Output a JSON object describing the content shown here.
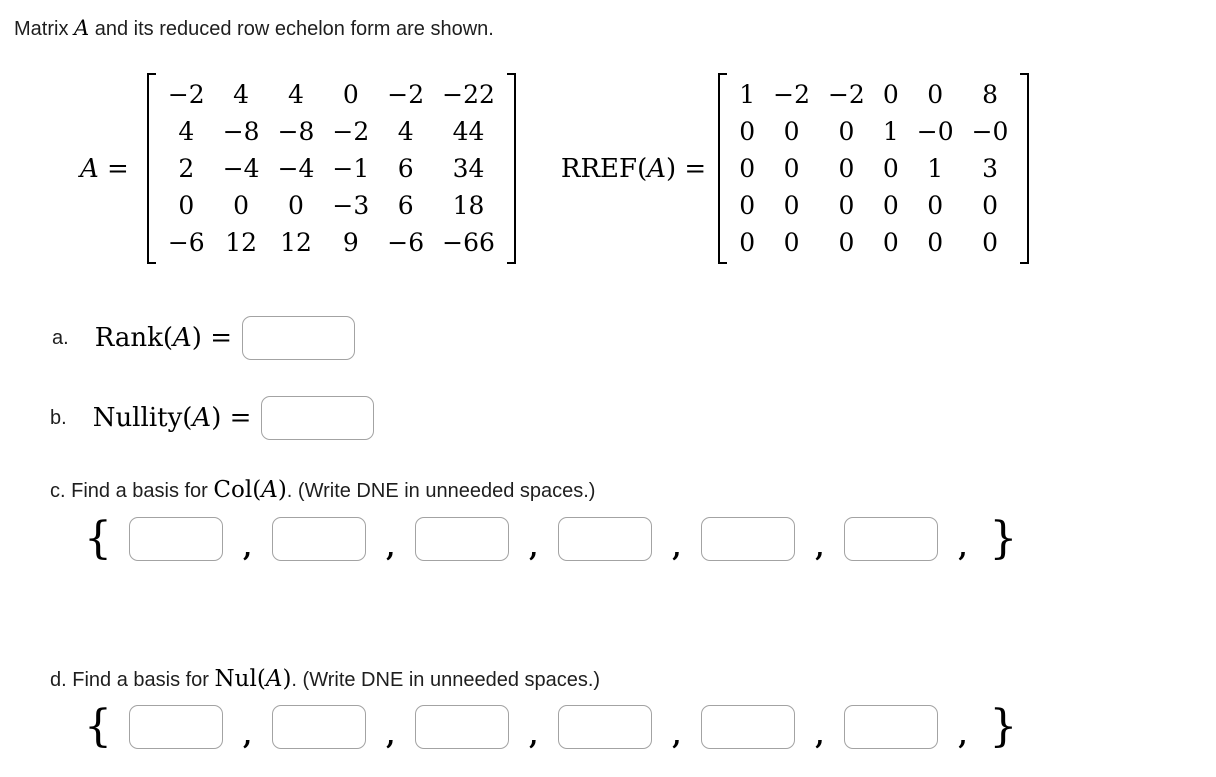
{
  "title": {
    "prefix": "Matrix ",
    "var": "A",
    "suffix": " and its reduced row echelon form are shown."
  },
  "matrix_a": {
    "label_var": "A",
    "label_eq": " =",
    "rows": [
      [
        "−2",
        "4",
        "4",
        "0",
        "−2",
        "−22"
      ],
      [
        "4",
        "−8",
        "−8",
        "−2",
        "4",
        "44"
      ],
      [
        "2",
        "−4",
        "−4",
        "−1",
        "6",
        "34"
      ],
      [
        "0",
        "0",
        "0",
        "−3",
        "6",
        "18"
      ],
      [
        "−6",
        "12",
        "12",
        "9",
        "−6",
        "−66"
      ]
    ]
  },
  "rref": {
    "label_func": "RREF(",
    "label_var": "A",
    "label_close": ") =",
    "rows": [
      [
        "1",
        "−2",
        "−2",
        "0",
        "0",
        "8"
      ],
      [
        "0",
        "0",
        "0",
        "1",
        "−0",
        "−0"
      ],
      [
        "0",
        "0",
        "0",
        "0",
        "1",
        "3"
      ],
      [
        "0",
        "0",
        "0",
        "0",
        "0",
        "0"
      ],
      [
        "0",
        "0",
        "0",
        "0",
        "0",
        "0"
      ]
    ]
  },
  "part_a": {
    "item": "a.",
    "func": "Rank(",
    "var": "A",
    "close": ") =",
    "value": ""
  },
  "part_b": {
    "item": "b.",
    "func": "Nullity(",
    "var": "A",
    "close": ") =",
    "value": ""
  },
  "col_basis": {
    "instruction_prefix": "c. Find a basis for ",
    "math_func": "Col(",
    "math_var": "A",
    "math_close": ")",
    "instruction_suffix": ". (Write DNE in unneeded spaces.)",
    "open_brace": "{",
    "close_brace": "}",
    "separator": ",",
    "input_count": 6,
    "input_values": [
      "",
      "",
      "",
      "",
      "",
      ""
    ]
  },
  "nul_basis": {
    "instruction_prefix": "d. Find a basis for ",
    "math_func": "Nul(",
    "math_var": "A",
    "math_close": ")",
    "instruction_suffix": ". (Write DNE in unneeded spaces.)",
    "open_brace": "{",
    "close_brace": "}",
    "separator": ",",
    "input_count": 6,
    "input_values": [
      "",
      "",
      "",
      "",
      "",
      ""
    ]
  }
}
